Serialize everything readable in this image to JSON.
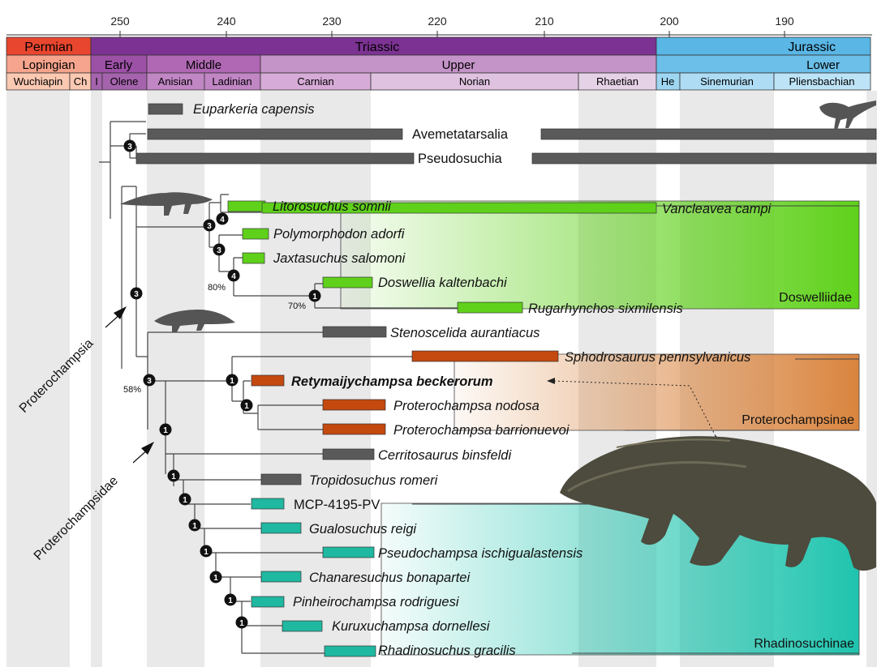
{
  "time_axis": {
    "ticks": [
      "250",
      "240",
      "230",
      "220",
      "210",
      "200",
      "190"
    ]
  },
  "periods": [
    {
      "id": "permian",
      "label": "Permian",
      "color": "#e8462f"
    },
    {
      "id": "triassic",
      "label": "Triassic",
      "color": "#7c3292"
    },
    {
      "id": "jurassic",
      "label": "Jurassic",
      "color": "#59b6e5"
    }
  ],
  "epochs": [
    {
      "id": "lopingian",
      "label": "Lopingian",
      "color": "#f6a48d"
    },
    {
      "id": "early",
      "label": "Early",
      "color": "#9c50a6"
    },
    {
      "id": "middle",
      "label": "Middle",
      "color": "#b068b4"
    },
    {
      "id": "upper",
      "label": "Upper",
      "color": "#c493c8"
    },
    {
      "id": "lower",
      "label": "Lower",
      "color": "#6bbfe8"
    }
  ],
  "stages": [
    {
      "id": "wuchiapin",
      "label": "Wuchiapin",
      "color": "#fbc8b2"
    },
    {
      "id": "ch",
      "label": "Ch",
      "color": "#fbc8b2"
    },
    {
      "id": "i",
      "label": "I",
      "color": "#a563ad"
    },
    {
      "id": "olene",
      "label": "Olene",
      "color": "#a563ad"
    },
    {
      "id": "anisian",
      "label": "Anisian",
      "color": "#c186c4"
    },
    {
      "id": "ladinian",
      "label": "Ladinian",
      "color": "#c186c4"
    },
    {
      "id": "carnian",
      "label": "Carnian",
      "color": "#d7abd7"
    },
    {
      "id": "norian",
      "label": "Norian",
      "color": "#dfc2e0"
    },
    {
      "id": "rhaetian",
      "label": "Rhaetian",
      "color": "#e6d2e7"
    },
    {
      "id": "he",
      "label": "He",
      "color": "#9ed6f2"
    },
    {
      "id": "sinemurian",
      "label": "Sinemurian",
      "color": "#aedcf4"
    },
    {
      "id": "pliensbachian",
      "label": "Pliensbachian",
      "color": "#bde3f6"
    }
  ],
  "taxa": [
    {
      "id": "euparkeria",
      "label": "Euparkeria capensis",
      "style": "italic",
      "group": "gray"
    },
    {
      "id": "avemetatarsalia",
      "label": "Avemetatarsalia",
      "style": "plain",
      "group": "gray"
    },
    {
      "id": "pseudosuchia",
      "label": "Pseudosuchia",
      "style": "plain",
      "group": "gray"
    },
    {
      "id": "litorosuchus",
      "label": "Litorosuchus somnii",
      "style": "italic",
      "group": "doswelliid"
    },
    {
      "id": "vancleavea",
      "label": "Vancleavea campi",
      "style": "italic",
      "group": "doswelliid"
    },
    {
      "id": "polymorphodon",
      "label": "Polymorphodon adorfi",
      "style": "italic",
      "group": "doswelliid"
    },
    {
      "id": "jaxtasuchus",
      "label": "Jaxtasuchus salomoni",
      "style": "italic",
      "group": "doswelliid"
    },
    {
      "id": "doswellia",
      "label": "Doswellia kaltenbachi",
      "style": "italic",
      "group": "doswelliid"
    },
    {
      "id": "rugarhynchos",
      "label": "Rugarhynchos sixmilensis",
      "style": "italic",
      "group": "doswelliid"
    },
    {
      "id": "stenoscelida",
      "label": "Stenoscelida aurantiacus",
      "style": "italic",
      "group": "gray"
    },
    {
      "id": "sphodrosaurus",
      "label": "Sphodrosaurus pennsylvanicus",
      "style": "italic",
      "group": "proterochampsine"
    },
    {
      "id": "retymaijychampsa",
      "label": "Retymaijychampsa beckerorum",
      "style": "bold",
      "group": "proterochampsine"
    },
    {
      "id": "proterochampsa_nodosa",
      "label": "Proterochampsa nodosa",
      "style": "italic",
      "group": "proterochampsine"
    },
    {
      "id": "proterochampsa_barrionuevoi",
      "label": "Proterochampsa barrionuevoi",
      "style": "italic",
      "group": "proterochampsine"
    },
    {
      "id": "cerritosaurus",
      "label": "Cerritosaurus binsfeldi",
      "style": "italic",
      "group": "gray"
    },
    {
      "id": "tropidosuchus",
      "label": "Tropidosuchus romeri",
      "style": "italic",
      "group": "gray"
    },
    {
      "id": "mcp",
      "label": "MCP-4195-PV",
      "style": "plain",
      "group": "rhadinosuchine"
    },
    {
      "id": "gualosuchus",
      "label": "Gualosuchus reigi",
      "style": "italic",
      "group": "rhadinosuchine"
    },
    {
      "id": "pseudochampsa",
      "label": "Pseudochampsa ischigualastensis",
      "style": "italic",
      "group": "rhadinosuchine"
    },
    {
      "id": "chanaresuchus",
      "label": "Chanaresuchus bonapartei",
      "style": "italic",
      "group": "rhadinosuchine"
    },
    {
      "id": "pinheirochampsa",
      "label": "Pinheirochampsa rodriguesi",
      "style": "italic",
      "group": "rhadinosuchine"
    },
    {
      "id": "kuruxuchampsa",
      "label": "Kuruxuchampsa dornellesi",
      "style": "italic",
      "group": "rhadinosuchine"
    },
    {
      "id": "rhadinosuchus",
      "label": "Rhadinosuchus gracilis",
      "style": "italic",
      "group": "rhadinosuchine"
    }
  ],
  "group_colors": {
    "gray": "#5a5a5a",
    "doswelliid": "#5fd11a",
    "proterochampsine": "#c4490e",
    "rhadinosuchine": "#1fb8a0"
  },
  "clades": {
    "doswelliidae": "Doswelliidae",
    "proterochampsinae": "Proterochampsinae",
    "rhadinosuchinae": "Rhadinosuchinae"
  },
  "arrow_labels": {
    "proterochampsia": "Proterochampsia",
    "proterochampsidae": "Proterochampsidae"
  },
  "nodes": [
    {
      "id": "n_archosauria",
      "value": "3"
    },
    {
      "id": "n_doswell_lito",
      "value": "4"
    },
    {
      "id": "n_doswell_main",
      "value": "3"
    },
    {
      "id": "n_polymorph",
      "value": "3"
    },
    {
      "id": "n_jaxta",
      "value": "4"
    },
    {
      "id": "n_doswellia",
      "value": "1"
    },
    {
      "id": "n_proterochampsia",
      "value": "3"
    },
    {
      "id": "n_pc_root",
      "value": "3"
    },
    {
      "id": "n_sphod",
      "value": "1"
    },
    {
      "id": "n_proterochampsa",
      "value": "1"
    },
    {
      "id": "n_pcidae",
      "value": "1"
    },
    {
      "id": "n_cerrito",
      "value": "1"
    },
    {
      "id": "n_tropido",
      "value": "1"
    },
    {
      "id": "n_mcp",
      "value": "1"
    },
    {
      "id": "n_gualo",
      "value": "1"
    },
    {
      "id": "n_pseudo",
      "value": "1"
    },
    {
      "id": "n_chanare",
      "value": "1"
    },
    {
      "id": "n_pinheiro",
      "value": "1"
    },
    {
      "id": "n_kurux",
      "value": "1"
    }
  ],
  "support_labels": {
    "jaxta": "80%",
    "doswellia": "70%",
    "pc_root": "58%"
  }
}
